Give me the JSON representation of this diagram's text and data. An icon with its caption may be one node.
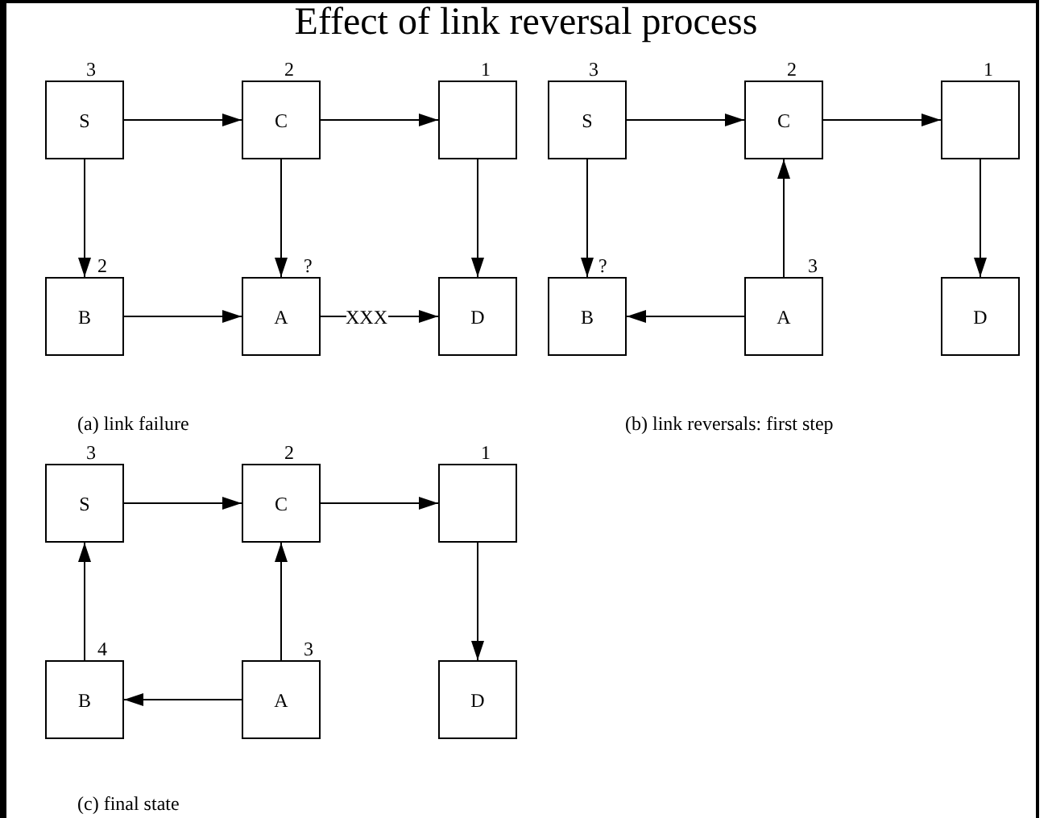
{
  "diagram": {
    "title": "Effect of link reversal process",
    "nodes": [
      {
        "text": [
          "S"
        ],
        "beside": [
          "3"
        ]
      },
      {
        "text": [
          "C"
        ],
        "beside": [
          "2"
        ]
      },
      {
        "text": [],
        "shape": "box",
        "beside": [
          "1"
        ]
      },
      {
        "text": [
          "B"
        ],
        "beside": [
          "2"
        ]
      },
      {
        "text": [
          "A"
        ],
        "beside": [
          "?"
        ]
      },
      {
        "text": [
          "D"
        ]
      },
      {
        "text": [
          "S"
        ],
        "beside": [
          "3"
        ]
      },
      {
        "text": [
          "C"
        ],
        "beside": [
          "2"
        ]
      },
      {
        "text": [],
        "shape": "box",
        "beside": [
          "1"
        ]
      },
      {
        "text": [
          "B"
        ],
        "beside": [
          "?"
        ]
      },
      {
        "text": [
          "A"
        ],
        "beside": [
          "3"
        ]
      },
      {
        "text": [
          "D"
        ]
      },
      {
        "text": [
          "S"
        ],
        "beside": [
          "3"
        ]
      },
      {
        "text": [
          "C"
        ],
        "beside": [
          "2"
        ]
      },
      {
        "text": [],
        "shape": "box",
        "beside": [
          "1"
        ]
      },
      {
        "text": [
          "B"
        ],
        "beside": [
          "4"
        ]
      },
      {
        "text": [
          "A"
        ],
        "beside": [
          "3"
        ]
      },
      {
        "text": [
          "D"
        ]
      }
    ],
    "edges": [
      {
        "from": 0,
        "to": 1,
        "arrow": "to"
      },
      {
        "from": 1,
        "to": 2,
        "arrow": "to"
      },
      {
        "from": 0,
        "to": 3,
        "arrow": "to"
      },
      {
        "from": 1,
        "to": 4,
        "arrow": "to"
      },
      {
        "from": 2,
        "to": 5,
        "arrow": "to"
      },
      {
        "from": 3,
        "to": 4,
        "arrow": "to"
      },
      {
        "from": 4,
        "to": 5,
        "arrow": "to",
        "label": "XXX"
      },
      {
        "from": 6,
        "to": 7,
        "arrow": "to"
      },
      {
        "from": 7,
        "to": 8,
        "arrow": "to"
      },
      {
        "from": 6,
        "to": 9,
        "arrow": "to"
      },
      {
        "from": 10,
        "to": 7,
        "arrow": "to"
      },
      {
        "from": 8,
        "to": 11,
        "arrow": "to"
      },
      {
        "from": 10,
        "to": 9,
        "arrow": "to"
      },
      {
        "from": 12,
        "to": 13,
        "arrow": "to"
      },
      {
        "from": 13,
        "to": 14,
        "arrow": "to"
      },
      {
        "from": 15,
        "to": 12,
        "arrow": "to"
      },
      {
        "from": 16,
        "to": 13,
        "arrow": "to"
      },
      {
        "from": 14,
        "to": 17,
        "arrow": "to"
      },
      {
        "from": 16,
        "to": 15,
        "arrow": "to"
      }
    ],
    "labels": [
      "(a) link failure",
      "(b) link reversals: first step",
      "(c) final state"
    ]
  }
}
